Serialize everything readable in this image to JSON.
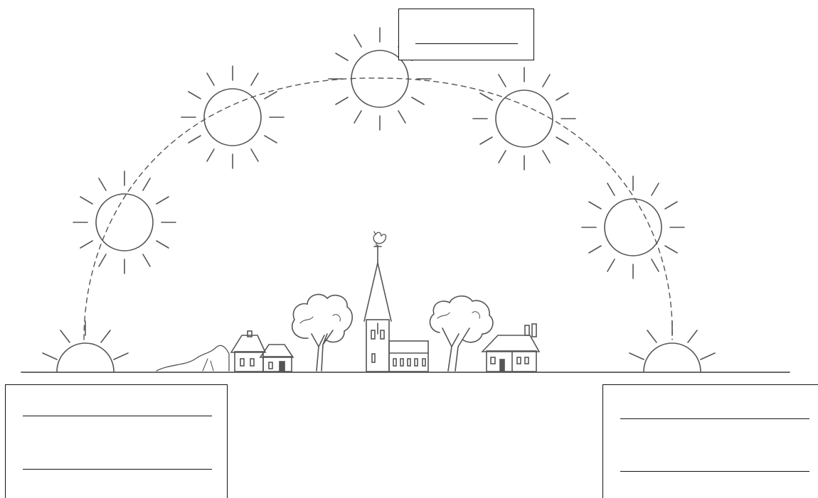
{
  "diagram": {
    "type": "sun-path-worksheet",
    "sun_positions": [
      "sunrise-half-sun",
      "morning-low-sun",
      "morning-high-sun",
      "noon-sun",
      "afternoon-high-sun",
      "afternoon-low-sun",
      "sunset-half-sun"
    ],
    "landscape": [
      "house-left",
      "bush",
      "tree-left",
      "church-with-steeple",
      "weathervane-rooster",
      "tree-right",
      "house-right"
    ],
    "answer_boxes": [
      {
        "id": "noon",
        "lines": 1,
        "text": ""
      },
      {
        "id": "sunrise",
        "lines": 2,
        "text": ""
      },
      {
        "id": "sunset",
        "lines": 2,
        "text": ""
      }
    ]
  },
  "colors": {
    "ink": "#555555",
    "box": "#111111",
    "background": "#ffffff"
  }
}
